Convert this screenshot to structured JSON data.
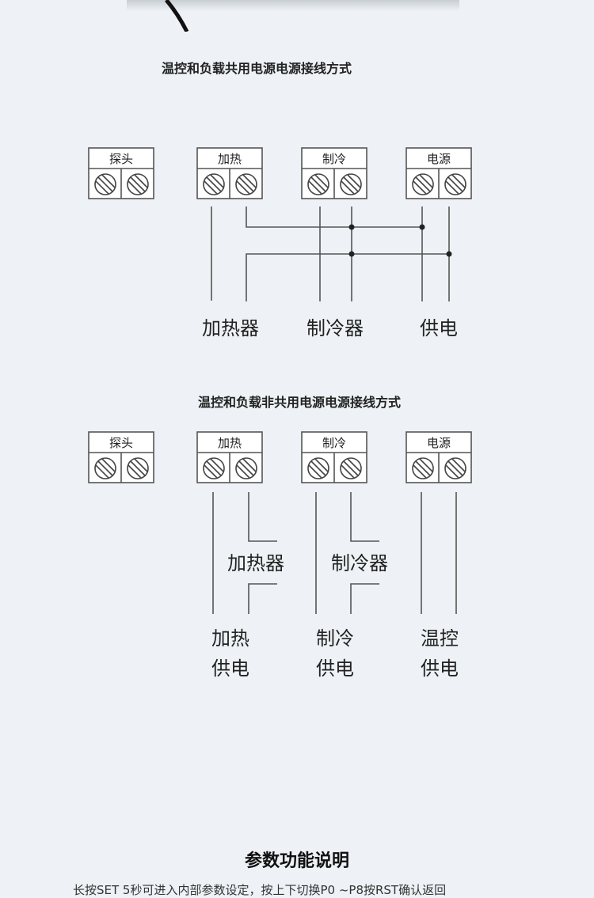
{
  "diagram1": {
    "title": "温控和负载共用电源电源接线方式",
    "terminals": [
      "探头",
      "加热",
      "制冷",
      "电源"
    ],
    "loads": [
      "加热器",
      "制冷器",
      "供电"
    ]
  },
  "diagram2": {
    "title": "温控和负载非共用电源电源接线方式",
    "terminals": [
      "探头",
      "加热",
      "制冷",
      "电源"
    ],
    "inline_loads": [
      "加热器",
      "制冷器"
    ],
    "supplies": [
      {
        "line1": "加热",
        "line2": "供电"
      },
      {
        "line1": "制冷",
        "line2": "供电"
      },
      {
        "line1": "温控",
        "line2": "供电"
      }
    ]
  },
  "section": {
    "heading": "参数功能说明",
    "text": "长按SET 5秒可进入内部参数设定，按上下切换P0 ~P8按RST确认返回"
  }
}
